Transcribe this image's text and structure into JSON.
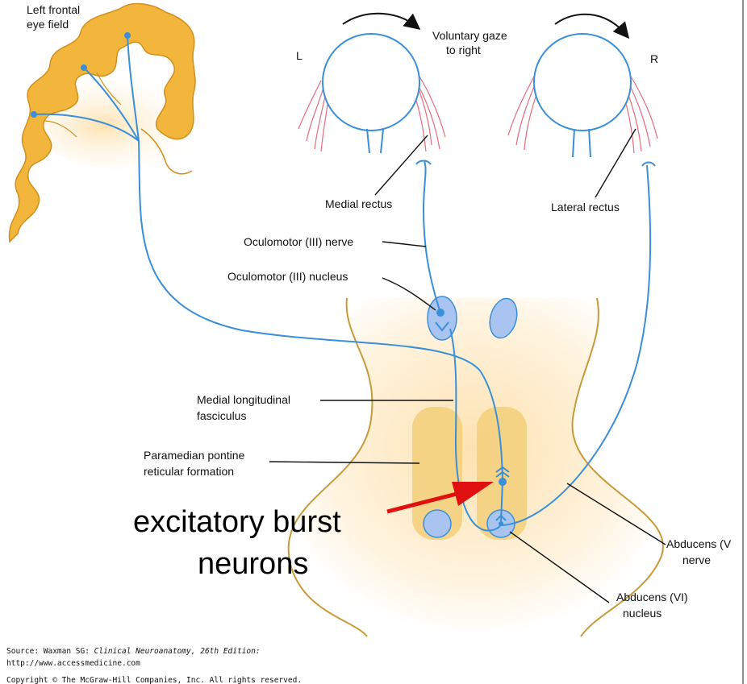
{
  "labels": {
    "left_frontal_eye_field_1": "Left frontal",
    "left_frontal_eye_field_2": "eye field",
    "left_eye": "L",
    "right_eye": "R",
    "voluntary_gaze_1": "Voluntary gaze",
    "voluntary_gaze_2": "to right",
    "medial_rectus": "Medial rectus",
    "lateral_rectus": "Lateral rectus",
    "oculomotor_nerve": "Oculomotor (III) nerve",
    "oculomotor_nucleus": "Oculomotor (III) nucleus",
    "mlf_1": "Medial longitudinal",
    "mlf_2": "fasciculus",
    "pprf_1": "Paramedian pontine",
    "pprf_2": "reticular formation",
    "abducens_nerve_1": "Abducens (V",
    "abducens_nerve_2": "nerve",
    "abducens_nucleus_1": "Abducens (VI)",
    "abducens_nucleus_2": "nucleus",
    "annotation_1": "excitatory burst",
    "annotation_2": "neurons"
  },
  "source": {
    "line1_prefix": "Source: Waxman SG: ",
    "line1_italic": "Clinical Neuroanatomy, 26th Edition:",
    "line2": "http://www.accessmedicine.com",
    "line3": "Copyright © The McGraw-Hill Companies, Inc. All rights reserved."
  },
  "colors": {
    "nerve": "#3a8fd8",
    "cortex": "#f2b63c",
    "brainstem_fill": "#fdecc8",
    "nucleus_fill": "#a9c4f0",
    "muscle": "#e86a7a",
    "annotation_arrow": "#e01010"
  }
}
